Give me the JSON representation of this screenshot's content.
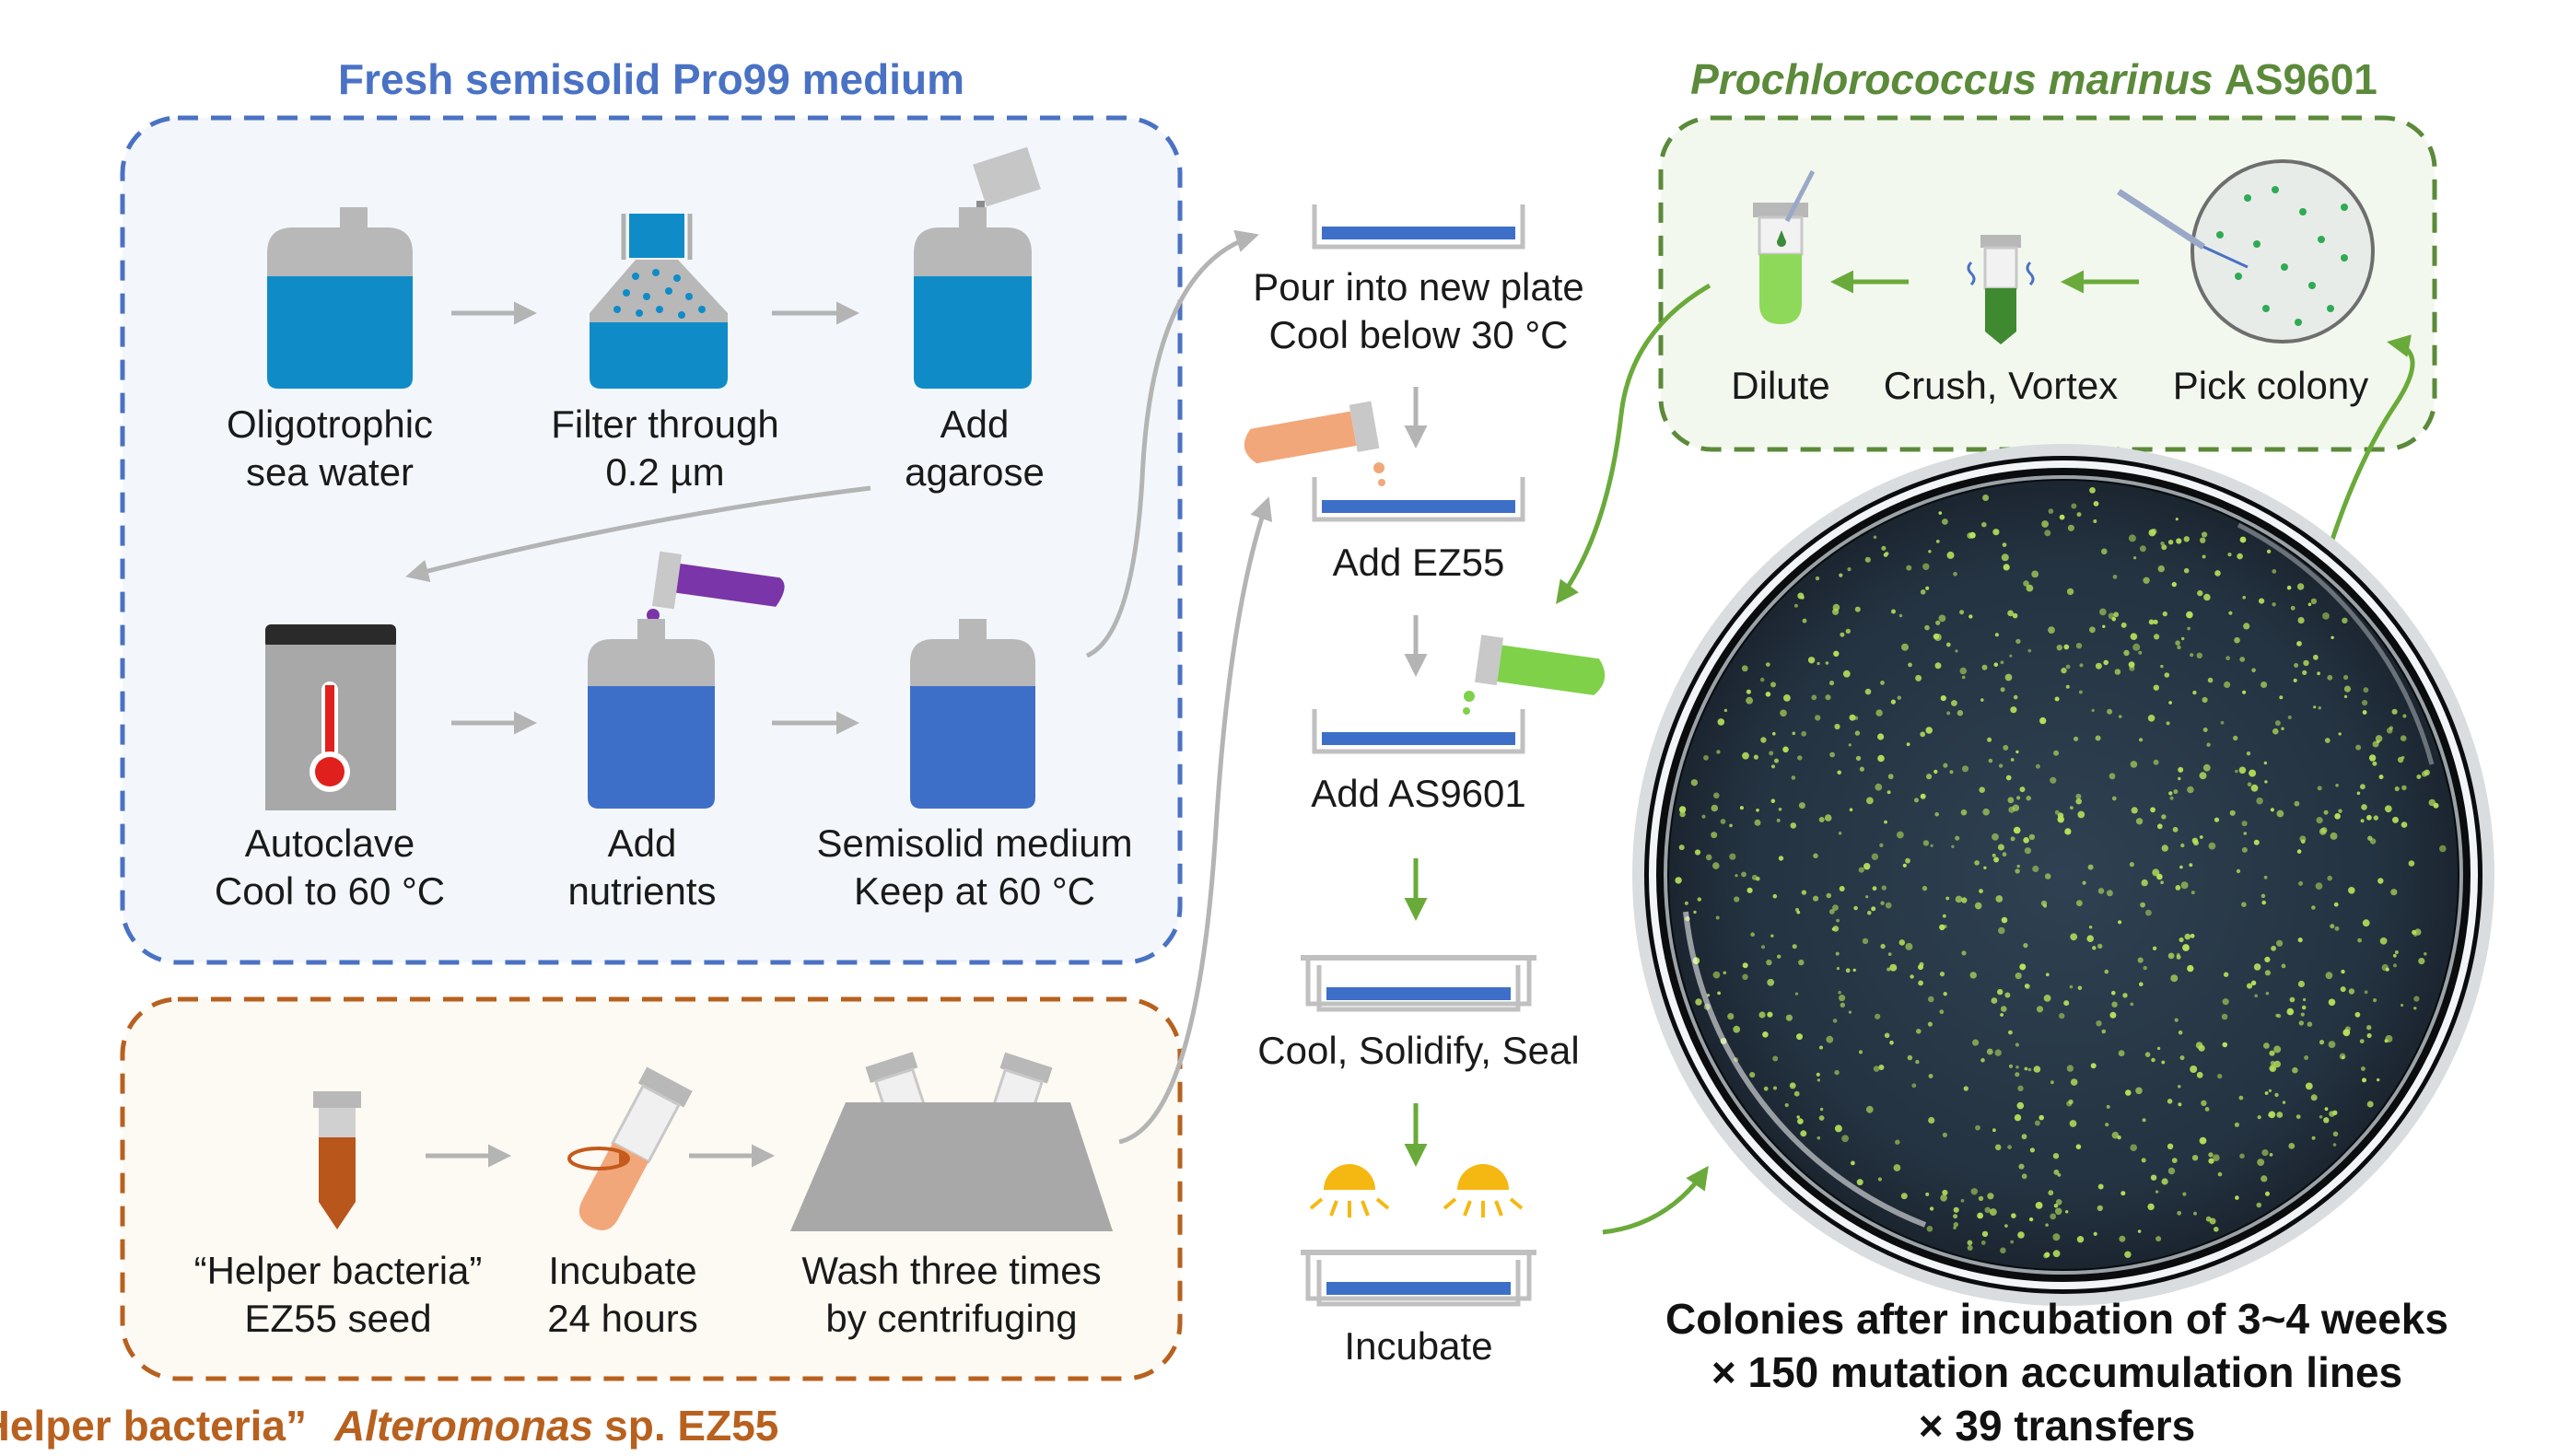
{
  "colors": {
    "blue": "#4a72c4",
    "orange": "#b8611f",
    "green": "#5b8a3a",
    "arrow_gray": "#b4b4b4",
    "arrow_green": "#6aaa3a",
    "water": "#0f8cc8",
    "medium": "#3e6fc8",
    "pale_blue_bg": "#f3f7fc",
    "pale_orange_bg": "#fdfaf3",
    "pale_green_bg": "#f3f8ef"
  },
  "medium_panel": {
    "title": "Fresh semisolid Pro99 medium",
    "steps": [
      {
        "line1": "Oligotrophic",
        "line2": "sea water",
        "icon": "water-bottle-icon"
      },
      {
        "line1": "Filter through",
        "line2": "0.2 µm",
        "icon": "filter-icon"
      },
      {
        "line1": "Add",
        "line2": "agarose",
        "icon": "add-agarose-bottle-icon"
      },
      {
        "line1": "Autoclave",
        "line2": "Cool to 60 °C",
        "icon": "autoclave-thermometer-icon"
      },
      {
        "line1": "Add",
        "line2": "nutrients",
        "icon": "add-nutrients-bottle-icon"
      },
      {
        "line1": "Semisolid medium",
        "line2": "Keep at 60 °C",
        "icon": "medium-bottle-icon"
      }
    ]
  },
  "helper_panel": {
    "title_quoted": "“Helper bacteria”",
    "title_italic": "Alteromonas",
    "title_rest": "sp. EZ55",
    "steps": [
      {
        "line1": "“Helper bacteria”",
        "line2": "EZ55 seed",
        "icon": "seed-tube-icon"
      },
      {
        "line1": "Incubate",
        "line2": "24 hours",
        "icon": "incubate-tube-icon"
      },
      {
        "line1": "Wash three times",
        "line2": "by centrifuging",
        "icon": "centrifuge-icon"
      }
    ]
  },
  "plating_steps": [
    {
      "line1": "Pour into new plate",
      "line2": "Cool below 30 °C",
      "icon": "plate-icon"
    },
    {
      "line1": "Add EZ55",
      "line2": "",
      "icon": "add-ez55-tube-icon"
    },
    {
      "line1": "Add AS9601",
      "line2": "",
      "icon": "add-as9601-tube-icon"
    },
    {
      "line1": "Cool, Solidify, Seal",
      "line2": "",
      "icon": "sealed-plate-icon"
    },
    {
      "line1": "Incubate",
      "line2": "",
      "icon": "light-lamp-icon"
    }
  ],
  "prochlorococcus_panel": {
    "title_italic": "Prochlorococcus marinus",
    "title_rest": "AS9601",
    "steps": [
      {
        "label": "Dilute",
        "icon": "dilute-tube-icon"
      },
      {
        "label": "Crush, Vortex",
        "icon": "vortex-tube-icon"
      },
      {
        "label": "Pick colony",
        "icon": "colony-plate-icon"
      }
    ]
  },
  "caption": {
    "line1": "Colonies after incubation of 3~4 weeks",
    "line2": "× 150 mutation accumulation lines",
    "line3": "× 39 transfers"
  },
  "photo": {
    "icon": "petri-dish-photo",
    "colony_color": "#b6e05a",
    "agar_color": "#2b3a4a"
  }
}
